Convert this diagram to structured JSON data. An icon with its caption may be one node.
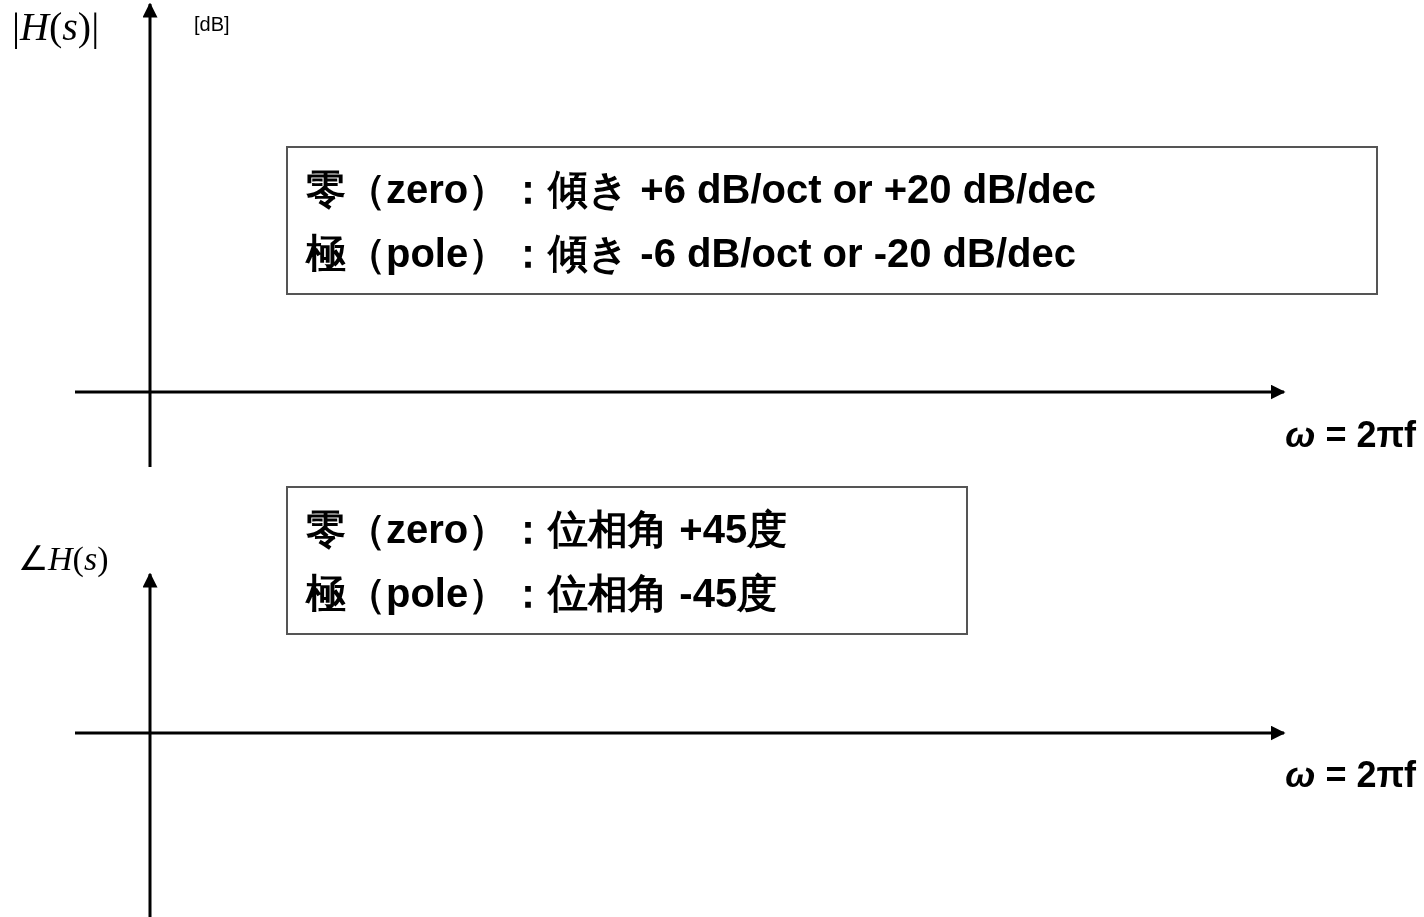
{
  "diagram": {
    "nodes": [
      {
        "text": [
          "零（zero）：傾き +6 dB/oct or +20 dB/dec",
          "極（pole）：傾き -6 dB/oct or -20 dB/dec"
        ]
      },
      {
        "text": [
          "零（zero）：位相角 +45度",
          "極（pole）：位相角 -45度"
        ]
      }
    ],
    "labels": [
      "|*H*(*s*)|",
      "[dB]",
      "*ω* = 2πf",
      "∠*H*(*s*)",
      "*ω* = 2πf"
    ]
  }
}
